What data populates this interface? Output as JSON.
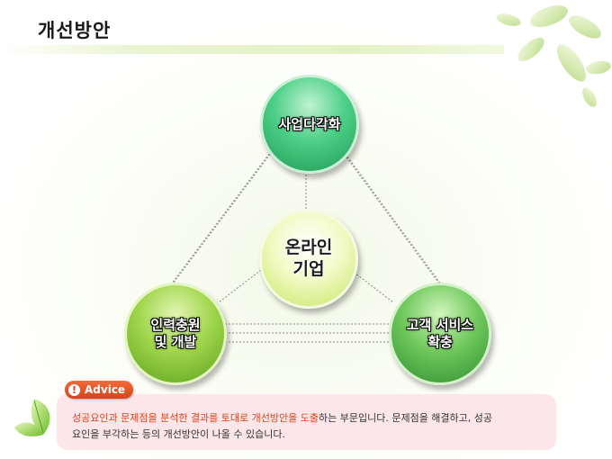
{
  "slide": {
    "title": "개선방안"
  },
  "diagram": {
    "nodes": {
      "top": [
        "사업다각화"
      ],
      "center": [
        "온라인",
        "기업"
      ],
      "left": [
        "인력충원",
        "및 개발"
      ],
      "right": [
        "고객 서비스",
        "확충"
      ]
    }
  },
  "advice": {
    "badge_label": "Advice",
    "badge_icon": "exclamation-icon",
    "line1": [
      {
        "text": "성공요인과 ",
        "highlight": true
      },
      {
        "text": "문제점을 분석한 결과를 토대로 개선방안을 도출",
        "highlight": true
      },
      {
        "text": "하는 부문입니다. 문제점을 해결하고, 성공",
        "highlight": false
      }
    ],
    "line2": "요인을 부각하는 등의 개선방안이 나올 수 있습니다."
  },
  "colors": {
    "top_node": "#2fb86a",
    "center_node": "#e8f5a8",
    "left_node": "#8ccb3a",
    "right_node": "#57b948",
    "advice_bg": "#fde6ea",
    "advice_badge": "#e5552a",
    "highlight_text": "#d8431b"
  }
}
